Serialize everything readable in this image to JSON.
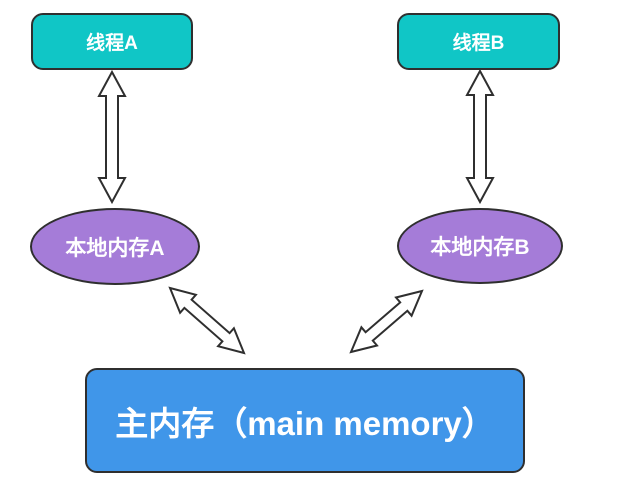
{
  "diagram": {
    "background_color": "#ffffff",
    "outline_color": "#2f2f2f",
    "label_color": "#ffffff",
    "arrow": {
      "style": "double-headed-hollow",
      "fill": "#ffffff",
      "stroke": "#2f2f2f"
    },
    "nodes": {
      "thread_a": {
        "label": "线程A",
        "shape": "rounded-rect",
        "fill": "#10c6c6"
      },
      "thread_b": {
        "label": "线程B",
        "shape": "rounded-rect",
        "fill": "#10c6c6"
      },
      "local_a": {
        "label": "本地内存A",
        "shape": "ellipse",
        "fill": "#a57cd8"
      },
      "local_b": {
        "label": "本地内存B",
        "shape": "ellipse",
        "fill": "#a57cd8"
      },
      "main_memory": {
        "label": "主内存（main memory）",
        "shape": "rounded-rect",
        "fill": "#4096e9"
      }
    },
    "edges": [
      {
        "from": "thread_a",
        "to": "local_a",
        "direction": "bidirectional"
      },
      {
        "from": "thread_b",
        "to": "local_b",
        "direction": "bidirectional"
      },
      {
        "from": "local_a",
        "to": "main_memory",
        "direction": "bidirectional"
      },
      {
        "from": "local_b",
        "to": "main_memory",
        "direction": "bidirectional"
      }
    ]
  }
}
